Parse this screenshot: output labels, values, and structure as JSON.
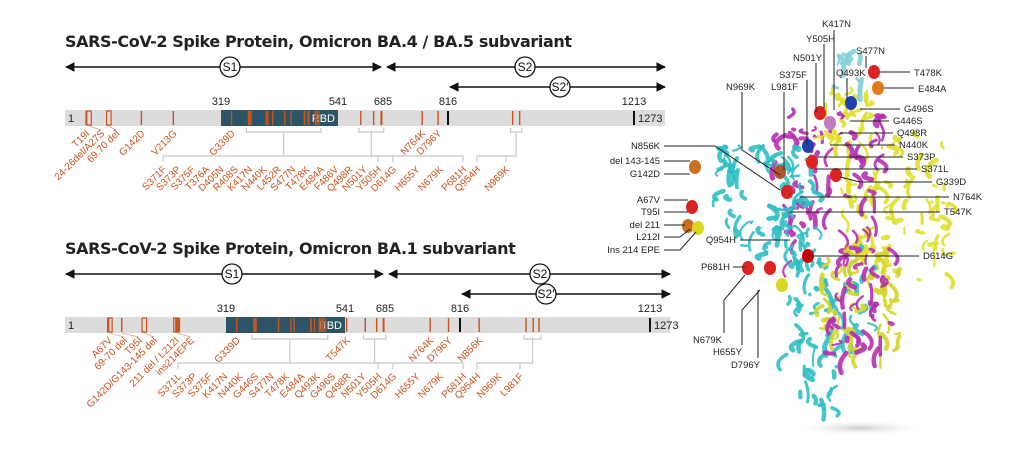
{
  "colors": {
    "mutation": "#c8531e",
    "rbd": "#2b5566",
    "bar": "#dcdcdc",
    "ink": "#1a1a1a"
  },
  "panels": [
    {
      "title": "SARS-CoV-2 Spike Protein, Omicron BA.4 / BA.5 subvariant",
      "regions": {
        "s1": "S1",
        "s2": "S2",
        "s2p": "S2′"
      },
      "positions": [
        "319",
        "541",
        "685",
        "816",
        "1213"
      ],
      "start_label": "1",
      "end_label": "1273",
      "rbd_label": "RBD",
      "direct": [
        {
          "res": 19,
          "label": "T19I"
        },
        {
          "res": 25,
          "label": "24-26del/A27S",
          "del": true
        },
        {
          "res": 69,
          "label": "69.70 del",
          "del": true
        },
        {
          "res": 142,
          "label": "G142D"
        },
        {
          "res": 213,
          "label": "V213G"
        },
        {
          "res": 339,
          "label": "G339D"
        },
        {
          "res": 764,
          "label": "N764K"
        },
        {
          "res": 796,
          "label": "D796Y"
        }
      ],
      "clusters": [
        {
          "name": "rbd",
          "items": [
            {
              "res": 371,
              "label": "S371F"
            },
            {
              "res": 373,
              "label": "S373P"
            },
            {
              "res": 375,
              "label": "S375F"
            },
            {
              "res": 376,
              "label": "T376A"
            },
            {
              "res": 405,
              "label": "D405N"
            },
            {
              "res": 408,
              "label": "R408S"
            },
            {
              "res": 417,
              "label": "K417N"
            },
            {
              "res": 440,
              "label": "N440K"
            },
            {
              "res": 452,
              "label": "L452R"
            },
            {
              "res": 477,
              "label": "S477N"
            },
            {
              "res": 478,
              "label": "T478K"
            },
            {
              "res": 484,
              "label": "E484A"
            },
            {
              "res": 486,
              "label": "F486V"
            },
            {
              "res": 498,
              "label": "Q498R"
            },
            {
              "res": 501,
              "label": "N501Y"
            },
            {
              "res": 505,
              "label": "Y505H"
            }
          ]
        },
        {
          "name": "s1s2",
          "items": [
            {
              "res": 614,
              "label": "D614G"
            },
            {
              "res": 655,
              "label": "H655Y"
            },
            {
              "res": 679,
              "label": "N679K"
            },
            {
              "res": 681,
              "label": "P681H"
            }
          ]
        },
        {
          "name": "hr1",
          "items": [
            {
              "res": 954,
              "label": "Q954H"
            },
            {
              "res": 969,
              "label": "N969K"
            }
          ]
        }
      ]
    },
    {
      "title": "SARS-CoV-2 Spike Protein, Omicron BA.1 subvariant",
      "regions": {
        "s1": "S1",
        "s2": "S2",
        "s2p": "S2′"
      },
      "positions": [
        "319",
        "541",
        "685",
        "816",
        "1213"
      ],
      "start_label": "1",
      "end_label": "1273",
      "rbd_label": "RBD",
      "direct": [
        {
          "res": 67,
          "label": "A67V"
        },
        {
          "res": 69,
          "label": "69-70 del",
          "del": true
        },
        {
          "res": 95,
          "label": "T95I"
        },
        {
          "res": 143,
          "label": "G142D/G143-145 del",
          "del": true
        },
        {
          "res": 211,
          "label": "211 del / L212I",
          "del": true
        },
        {
          "res": 214,
          "label": "ins214EPE",
          "ins": true
        },
        {
          "res": 339,
          "label": "G339D"
        },
        {
          "res": 547,
          "label": "T547K"
        },
        {
          "res": 764,
          "label": "N764K"
        },
        {
          "res": 796,
          "label": "D796Y"
        },
        {
          "res": 856,
          "label": "N856K"
        }
      ],
      "clusters": [
        {
          "name": "rbd",
          "items": [
            {
              "res": 371,
              "label": "S371L"
            },
            {
              "res": 373,
              "label": "S373P"
            },
            {
              "res": 375,
              "label": "S375F"
            },
            {
              "res": 417,
              "label": "K417N"
            },
            {
              "res": 440,
              "label": "N440K"
            },
            {
              "res": 446,
              "label": "G446S"
            },
            {
              "res": 477,
              "label": "S477N"
            },
            {
              "res": 478,
              "label": "T478K"
            },
            {
              "res": 484,
              "label": "E484A"
            },
            {
              "res": 493,
              "label": "Q493K"
            },
            {
              "res": 496,
              "label": "G496S"
            },
            {
              "res": 498,
              "label": "Q498R"
            },
            {
              "res": 501,
              "label": "N501Y"
            },
            {
              "res": 505,
              "label": "Y505H"
            }
          ]
        },
        {
          "name": "s1s2",
          "items": [
            {
              "res": 614,
              "label": "D614G"
            },
            {
              "res": 655,
              "label": "H655Y"
            },
            {
              "res": 679,
              "label": "N679K"
            },
            {
              "res": 681,
              "label": "P681H"
            }
          ]
        },
        {
          "name": "hr1",
          "items": [
            {
              "res": 954,
              "label": "Q954H"
            },
            {
              "res": 969,
              "label": "N969K"
            },
            {
              "res": 981,
              "label": "L981F"
            }
          ]
        }
      ]
    }
  ],
  "structure": {
    "labels": [
      "K417N",
      "Y505H",
      "N501Y",
      "S375F",
      "N969K",
      "L981F",
      "S477N",
      "Q493K",
      "T478K",
      "E484A",
      "G496S",
      "G446S",
      "Q498R",
      "N440K",
      "S373P",
      "S371L",
      "G339D",
      "N764K",
      "T547K",
      "N856K",
      "del 143-145",
      "G142D",
      "A67V",
      "T95I",
      "del 211",
      "L212I",
      "Ins 214 EPE",
      "Q954H",
      "P681H",
      "D614G",
      "N679K",
      "H655Y",
      "D796Y"
    ]
  }
}
